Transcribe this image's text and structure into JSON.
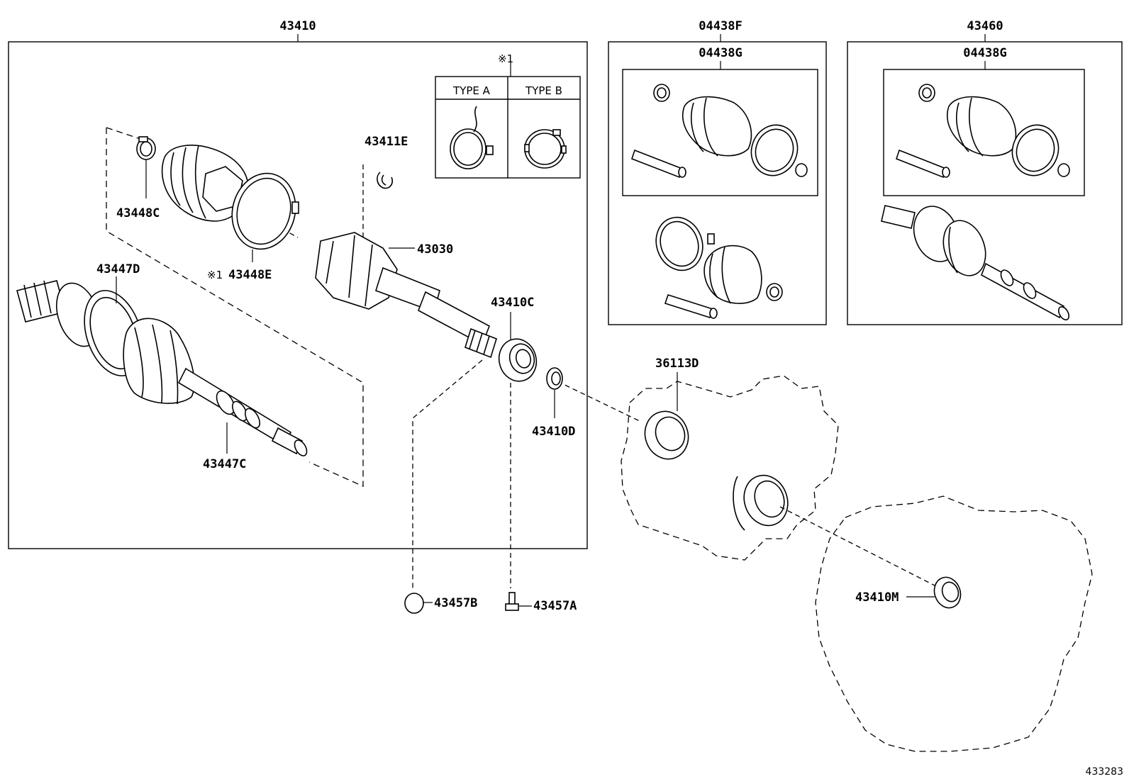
{
  "assembly_numbers": {
    "main": "43410",
    "kit_left_outer": "04438F",
    "kit_left_inner": "04438G",
    "kit_right_outer": "43460",
    "kit_right_inner": "04438G"
  },
  "note_mark": "※1",
  "clamp_types": {
    "type_a": "TYPE A",
    "type_b": "TYPE B"
  },
  "parts": {
    "p43411E": "43411E",
    "p43448C": "43448C",
    "p43448E": "43448E",
    "p43447D": "43447D",
    "p43030": "43030",
    "p43410C": "43410C",
    "p43410D": "43410D",
    "p43447C": "43447C",
    "p36113D": "36113D",
    "p43457B": "43457B",
    "p43457A": "43457A",
    "p43410M": "43410M"
  },
  "diagram_id": "433283"
}
